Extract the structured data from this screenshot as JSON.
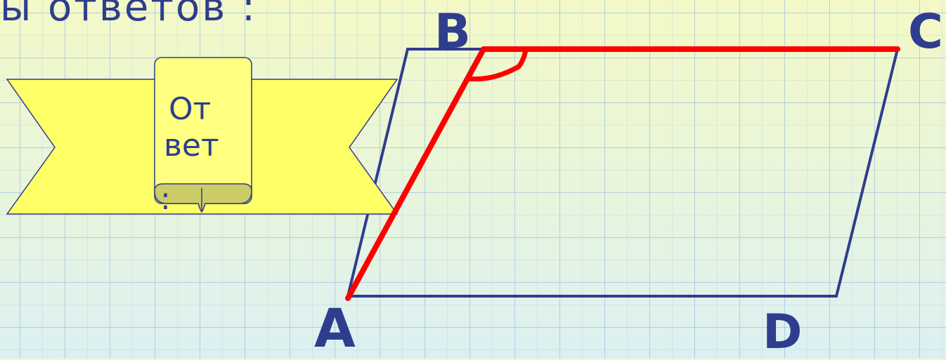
{
  "title": "ы ответов :",
  "answer_banner": {
    "line1": "От",
    "line2": "вет",
    "line3": ":"
  },
  "vertices": {
    "a": "A",
    "b": "B",
    "c": "C",
    "d": "D"
  },
  "colors": {
    "parallelogram": "#2f3d8e",
    "highlight": "#ff0000",
    "banner_fill": "#ffff66",
    "scroll_fill": "#ffff80",
    "scroll_shadow": "#cccc66"
  }
}
